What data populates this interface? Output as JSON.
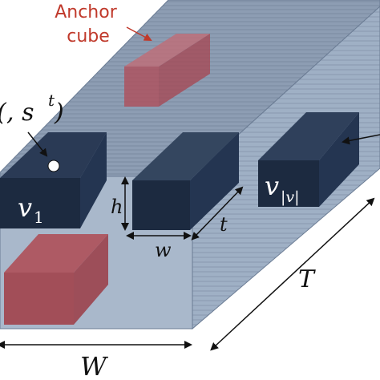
{
  "anchor": {
    "line1": "Anchor",
    "line2": "cube",
    "color": "#c0392b"
  },
  "point_label": {
    "left": "(",
    "tail": ", s",
    "sup": "t",
    "close": ")"
  },
  "cubes": {
    "v1": {
      "base": "v",
      "sub": "1"
    },
    "vlast": {
      "base": "v",
      "sub": "|v|"
    }
  },
  "dimensions": {
    "h": "h",
    "w": "w",
    "t": "t",
    "T": "T",
    "W": "W"
  },
  "colors": {
    "front_face": "#a7b6ca",
    "top_face": "#8fa0b6",
    "side_face": "#98a8bd",
    "dark_cube": "#1c2a40",
    "dark_cube_side": "#243551",
    "red_cube": "#a13c45",
    "arrow": "#111111"
  }
}
